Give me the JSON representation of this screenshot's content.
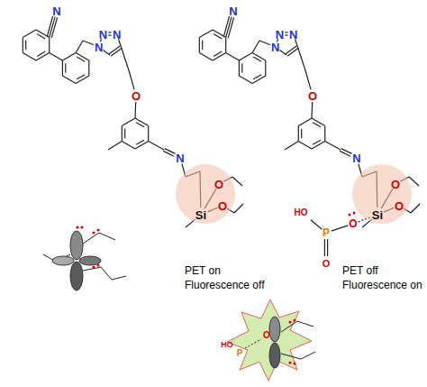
{
  "diagram": {
    "nodes": [
      {
        "text": [
          "O",
          "O",
          "Si"
        ]
      },
      {
        "text": [
          "O",
          "O",
          "Si"
        ]
      }
    ],
    "labels": [
      "N",
      "N",
      "N",
      "N",
      "O",
      "N",
      "PET on Fluorescence off",
      "N",
      "N",
      "N",
      "N",
      "O",
      "N",
      "HO",
      "P",
      "O",
      "O",
      "PET off Fluorescence on",
      "HO",
      "P",
      "O"
    ]
  }
}
